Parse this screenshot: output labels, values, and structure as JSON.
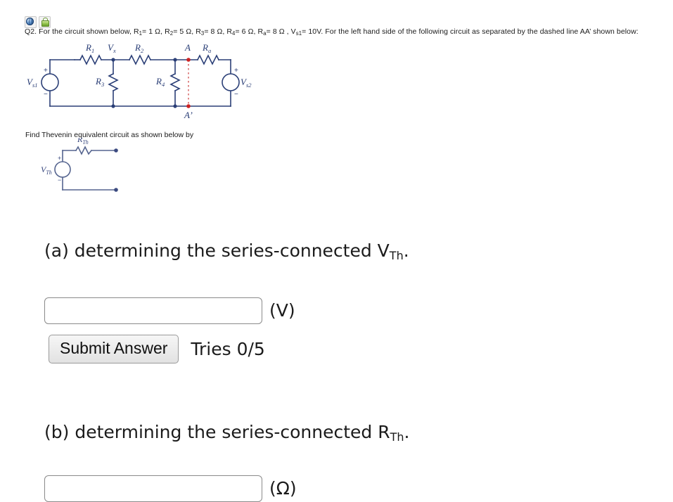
{
  "toolbar": {
    "icons": [
      {
        "name": "globe-icon",
        "label": "globe"
      },
      {
        "name": "lock-icon",
        "label": "lock"
      }
    ]
  },
  "question": {
    "prefix": "Q2. For the circuit shown below, R",
    "full_text": "Q2. For the circuit shown below, R1= 1 Ω, R2= 5 Ω, R3= 8 Ω, R4= 6 Ω, Ra= 8 Ω , Vs1= 10V. For the left hand side of the following circuit as separated by the dashed line AA' shown below:",
    "segments": [
      {
        "text": "Q2. For the circuit shown below, R"
      },
      {
        "sub": "1"
      },
      {
        "text": "= 1 Ω, R"
      },
      {
        "sub": "2"
      },
      {
        "text": "= 5 Ω, R"
      },
      {
        "sub": "3"
      },
      {
        "text": "= 8 Ω, R"
      },
      {
        "sub": "4"
      },
      {
        "text": "= 6 Ω, R"
      },
      {
        "sub": "a"
      },
      {
        "text": "= 8 Ω , V"
      },
      {
        "sub": "s1"
      },
      {
        "text": "= 10V. For the left hand side of the following circuit as separated by the dashed line AA’ shown below:"
      }
    ],
    "values": {
      "R1": "1 Ω",
      "R2": "5 Ω",
      "R3": "8 Ω",
      "R4": "6 Ω",
      "Ra": "8 Ω",
      "Vs1": "10V"
    }
  },
  "find_line": {
    "text": "Find Thevenin equivalent circuit as shown below by"
  },
  "circuit_main": {
    "labels": {
      "R1": "R",
      "R1_sub": "1",
      "Vx": "V",
      "Vx_sub": "x",
      "R2": "R",
      "R2_sub": "2",
      "A": "A",
      "Ra": "R",
      "Ra_sub": "a",
      "R3": "R",
      "R3_sub": "3",
      "R4": "R",
      "R4_sub": "4",
      "Vs1": "V",
      "Vs1_sub": "s1",
      "Vs2": "V",
      "Vs2_sub": "s2",
      "Aprime": "A’",
      "plus": "+",
      "minus": "−"
    },
    "colors": {
      "wire": "#2b3f77",
      "label": "#2b3f77",
      "node_marker": "#cc2222",
      "dashed_line": "#e08a8a"
    }
  },
  "circuit_thevenin": {
    "labels": {
      "RTh": "R",
      "RTh_sub": "Th",
      "VTh": "V",
      "VTh_sub": "Th",
      "plus": "+",
      "minus": "−"
    },
    "colors": {
      "wire": "#55648f",
      "label": "#3b4a80"
    }
  },
  "part_a": {
    "prompt_main": "(a) determining the series-connected V",
    "prompt_sub": "Th",
    "prompt_suffix": ".",
    "input_value": "",
    "input_placeholder": "",
    "unit": "(V)",
    "submit_label": "Submit Answer",
    "tries": "Tries 0/5"
  },
  "part_b": {
    "prompt_main": "(b) determining the series-connected R",
    "prompt_sub": "Th",
    "prompt_suffix": ".",
    "input_value": "",
    "input_placeholder": "",
    "unit": "(Ω)"
  }
}
